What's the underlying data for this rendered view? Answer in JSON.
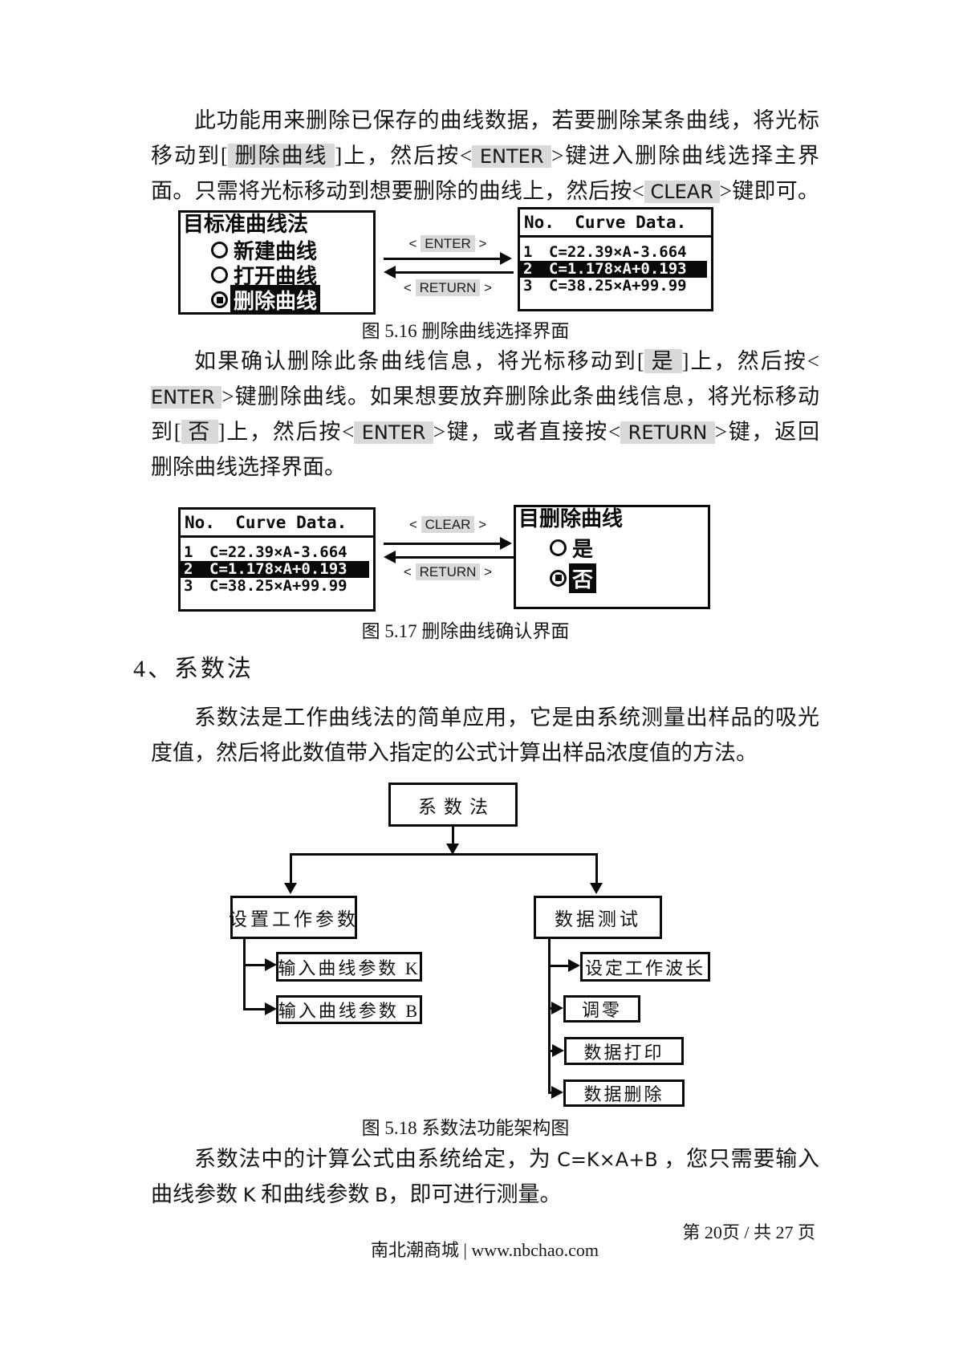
{
  "paragraphs": {
    "p1": [
      [
        {
          "t": "此功能用来删除已保存的曲线数据，若要删除某条曲线，将光标"
        }
      ],
      [
        {
          "t": "移动到["
        },
        {
          "t": " 删除曲线 ",
          "hl": 1
        },
        {
          "t": "]上，然后按<"
        },
        {
          "t": " ENTER ",
          "hl": 1,
          "k": 1
        },
        {
          "t": ">键进入删除曲线选择主界"
        }
      ],
      [
        {
          "t": "面。只需将光标移动到想要删除的曲线上，然后按<"
        },
        {
          "t": " CLEAR ",
          "hl": 1,
          "k": 1
        },
        {
          "t": ">键即可。"
        }
      ]
    ],
    "p2": [
      [
        {
          "t": "如果确认删除此条曲线信息，将光标移动到["
        },
        {
          "t": " 是 ",
          "hl": 1
        },
        {
          "t": "]上，然后按<"
        }
      ],
      [
        {
          "t": "ENTER ",
          "hl": 1,
          "k": 1
        },
        {
          "t": ">键删除曲线。如果想要放弃删除此条曲线信息，将光标移动"
        }
      ],
      [
        {
          "t": "到["
        },
        {
          "t": " 否 ",
          "hl": 1
        },
        {
          "t": "]上，然后按<"
        },
        {
          "t": " ENTER ",
          "hl": 1,
          "k": 1
        },
        {
          "t": ">键，或者直接按<"
        },
        {
          "t": " RETURN ",
          "hl": 1,
          "k": 1
        },
        {
          "t": ">键，返回"
        }
      ],
      [
        {
          "t": "删除曲线选择界面。"
        }
      ]
    ],
    "p3": [
      [
        {
          "t": "系数法是工作曲线法的简单应用，它是由系统测量出样品的吸光"
        }
      ],
      [
        {
          "t": "度值，然后将此数值带入指定的公式计算出样品浓度值的方法。"
        }
      ]
    ],
    "p4": [
      [
        {
          "t": "系数法中的计算公式由系统给定，为 "
        },
        {
          "t": "C=K×A+B",
          "k": 1
        },
        {
          "t": " ，您只需要输入"
        }
      ],
      [
        {
          "t": "曲线参数 "
        },
        {
          "t": "K",
          "k": 1
        },
        {
          "t": " 和曲线参数 "
        },
        {
          "t": "B",
          "k": 1
        },
        {
          "t": "，即可进行测量。"
        }
      ]
    ]
  },
  "heading4": "4、系数法",
  "ui": {
    "angle_open": "<",
    "angle_close": ">"
  },
  "figures": {
    "fig516": {
      "caption": "图 5.16 删除曲线选择界面",
      "key_top": "ENTER",
      "key_bottom": "RETURN",
      "menu_screen": {
        "title": "目标准曲线法",
        "items": [
          {
            "label": "新建曲线",
            "selected": false
          },
          {
            "label": "打开曲线",
            "selected": false
          },
          {
            "label": "删除曲线",
            "selected": true
          }
        ]
      },
      "curve_screen": {
        "header": "No.  Curve Data.",
        "rows": [
          {
            "no": "1",
            "formula": "C=22.39×A-3.664",
            "selected": false
          },
          {
            "no": "2",
            "formula": "C=1.178×A+0.193",
            "selected": true
          },
          {
            "no": "3",
            "formula": "C=38.25×A+99.99",
            "selected": false
          }
        ]
      }
    },
    "fig517": {
      "caption": "图 5.17 删除曲线确认界面",
      "key_top": "CLEAR",
      "key_bottom": "RETURN",
      "confirm_screen": {
        "title": "目删除曲线",
        "items": [
          {
            "label": "是",
            "selected": false
          },
          {
            "label": "否",
            "selected": true
          }
        ]
      }
    },
    "fig518": {
      "caption": "图 5.18 系数法功能架构图"
    }
  },
  "flowchart": {
    "root": "系数法",
    "branch_left": "设置工作参数",
    "branch_right": "数据测试",
    "left_children": [
      "输入曲线参数 K",
      "输入曲线参数 B"
    ],
    "right_children": [
      "设定工作波长",
      "调零",
      "数据打印",
      "数据删除"
    ]
  },
  "footer": {
    "page": "第 20页 / 共 27 页",
    "site": "南北潮商城 | www.nbchao.com"
  }
}
